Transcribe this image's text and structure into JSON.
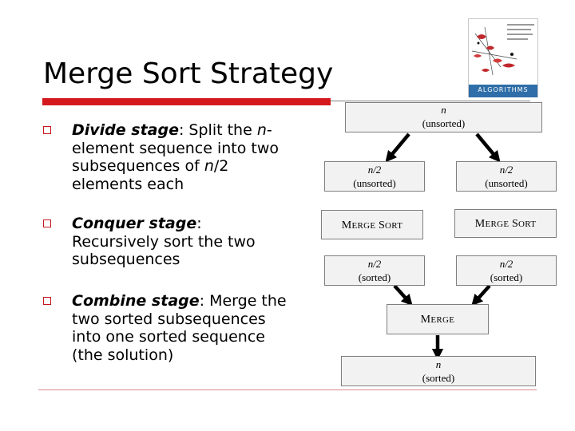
{
  "slide": {
    "title": "Merge Sort Strategy"
  },
  "book_cover": {
    "title": "ALGORITHMS"
  },
  "bullets": [
    {
      "term": "Divide stage",
      "lines": [
        "element sequence into two",
        "subsequences of n/2",
        "elements each"
      ],
      "first_line_rest": ": Split the n-"
    },
    {
      "term": "Conquer stage",
      "first_line_rest": ":",
      "lines": [
        "Recursively sort the two",
        "subsequences"
      ]
    },
    {
      "term": "Combine stage",
      "first_line_rest": ": Merge the",
      "lines": [
        "two sorted subsequences",
        "into one sorted sequence",
        "(the solution)"
      ]
    }
  ],
  "diagram": {
    "top": {
      "var": "n",
      "label": "(unsorted)"
    },
    "left_half": {
      "var": "n/2",
      "label": "(unsorted)"
    },
    "right_half": {
      "var": "n/2",
      "label": "(unsorted)"
    },
    "left_sort": {
      "label": "MERGE SORT"
    },
    "right_sort": {
      "label": "MERGE SORT"
    },
    "left_sorted": {
      "var": "n/2",
      "label": "(sorted)"
    },
    "right_sorted": {
      "var": "n/2",
      "label": "(sorted)"
    },
    "merge": {
      "label": "MERGE"
    },
    "result": {
      "var": "n",
      "label": "(sorted)"
    }
  },
  "colors": {
    "accent_red": "#d4181e",
    "box_fill": "#f2f2f2",
    "arrow": "#000000"
  }
}
